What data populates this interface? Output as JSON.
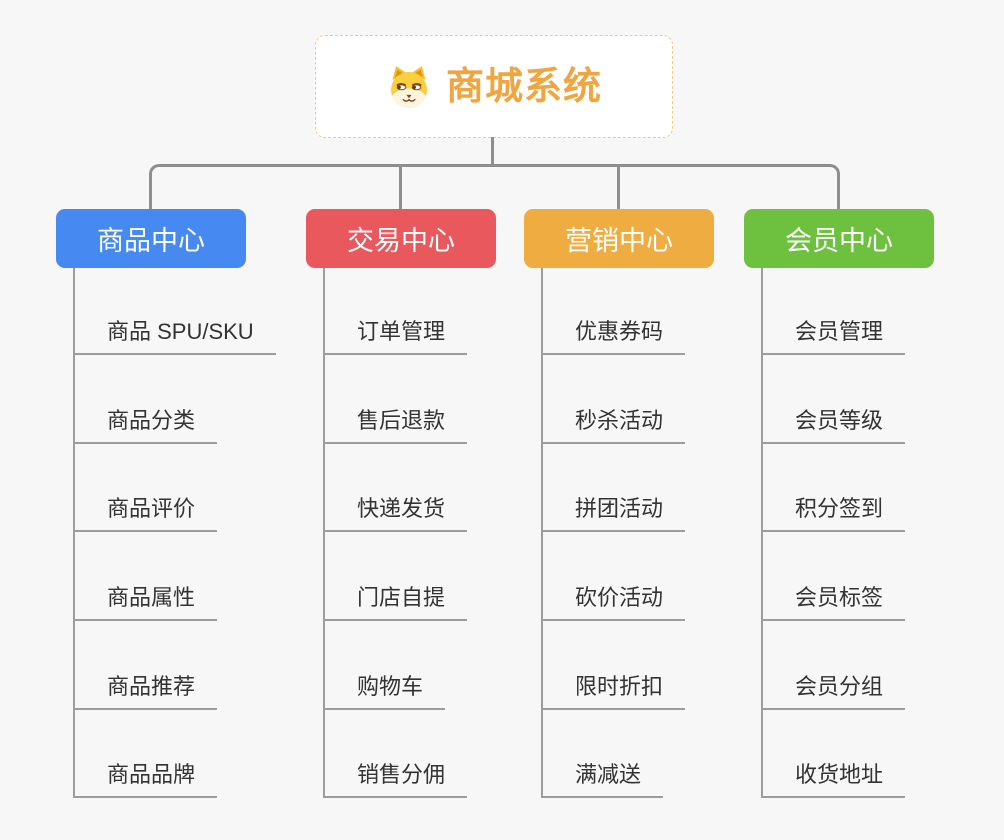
{
  "root": {
    "title": "商城系统",
    "icon": "dog-icon",
    "title_color": "#f0a640",
    "border_color": "#f3c87e"
  },
  "connector_color": "#8e8e8e",
  "line_color": "#9c9c9c",
  "branches": [
    {
      "id": "product-center",
      "label": "商品中心",
      "color": "#4589f1",
      "items": [
        "商品 SPU/SKU",
        "商品分类",
        "商品评价",
        "商品属性",
        "商品推荐",
        "商品品牌"
      ]
    },
    {
      "id": "trade-center",
      "label": "交易中心",
      "color": "#e8585d",
      "items": [
        "订单管理",
        "售后退款",
        "快递发货",
        "门店自提",
        "购物车",
        "销售分佣"
      ]
    },
    {
      "id": "marketing-center",
      "label": "营销中心",
      "color": "#efad41",
      "items": [
        "优惠券码",
        "秒杀活动",
        "拼团活动",
        "砍价活动",
        "限时折扣",
        "满减送"
      ]
    },
    {
      "id": "member-center",
      "label": "会员中心",
      "color": "#6ec13f",
      "items": [
        "会员管理",
        "会员等级",
        "积分签到",
        "会员标签",
        "会员分组",
        "收货地址"
      ]
    }
  ]
}
